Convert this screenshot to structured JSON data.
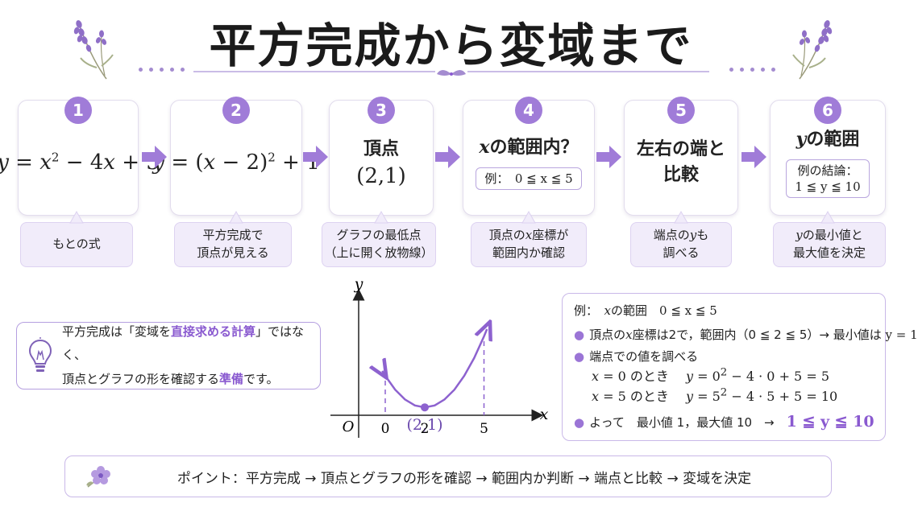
{
  "title": "平方完成から変域まで",
  "steps": [
    {
      "num": "1",
      "note": "もとの式"
    },
    {
      "num": "2",
      "note_line1": "平方完成で",
      "note_line2": "頂点が見える"
    },
    {
      "num": "3",
      "title": "頂点",
      "value": "(2,1)",
      "note_line1": "グラフの最低点",
      "note_line2": "（上に開く放物線）"
    },
    {
      "num": "4",
      "title_var": "x",
      "title_rest": "の範囲内？",
      "box_prefix": "例：",
      "box_range": "0 ≦ x ≦ 5",
      "note_line1_pre": "頂点の",
      "note_line1_var": "x",
      "note_line1_post": "座標が",
      "note_line2": "範囲内か確認"
    },
    {
      "num": "5",
      "title_line1": "左右の端と",
      "title_line2": "比較",
      "note_line1_pre": "端点の",
      "note_line1_var": "y",
      "note_line1_post": "も",
      "note_line2": "調べる"
    },
    {
      "num": "6",
      "title_var": "y",
      "title_rest": "の範囲",
      "box_line1": "例の結論：",
      "box_line2": "1 ≦ y ≦ 10",
      "note_line1_var": "y",
      "note_line1_post": "の最小値と",
      "note_line2": "最大値を決定"
    }
  ],
  "tip": {
    "line1_pre": "平方完成は「変域を",
    "line1_hl": "直接求める計算",
    "line1_post": "」ではなく、",
    "line2_pre": "頂点とグラフの形を確認する",
    "line2_hl": "準備",
    "line2_post": "です。"
  },
  "example": {
    "header_pre": "例：",
    "header_range_label": "の範囲",
    "header_range": "0 ≦ x ≦ 5",
    "b1_pre": "頂点の",
    "b1_mid": "座標は2で，範囲内（0 ≦ 2 ≦ 5）→ 最小値は",
    "b1_val": "y = 1",
    "b2": "端点での値を調べる",
    "calc1_cond": "= 0 のとき",
    "calc2_cond": "= 5 のとき",
    "conclusion_pre": "よって　最小値 1，最大値 10　→",
    "conclusion_result": "1 ≦ y ≦ 10"
  },
  "bottom_text": "ポイント：平方完成 → 頂点とグラフの形を確認 → 範囲内か判断 → 端点と比較 → 変域を決定",
  "chart_data": {
    "type": "line",
    "function": "y = (x-2)^2 + 1",
    "x": [
      -0.15,
      0,
      0.5,
      1,
      1.5,
      2,
      2.5,
      3,
      3.5,
      4,
      4.5,
      5,
      5.15
    ],
    "xticks": [
      "0",
      "2",
      "5"
    ],
    "xlabel": "x",
    "ylabel": "y",
    "origin_label": "O",
    "vertex": {
      "x": 2,
      "y": 1,
      "label": "(2,1)"
    },
    "range_lines": [
      0,
      5
    ],
    "colors": {
      "curve": "#8d62cf",
      "vertex": "#8d62cf"
    }
  },
  "colors": {
    "accent": "#a07cd8",
    "highlight": "#8a5ad0",
    "note_bg": "#f1ecfa"
  }
}
